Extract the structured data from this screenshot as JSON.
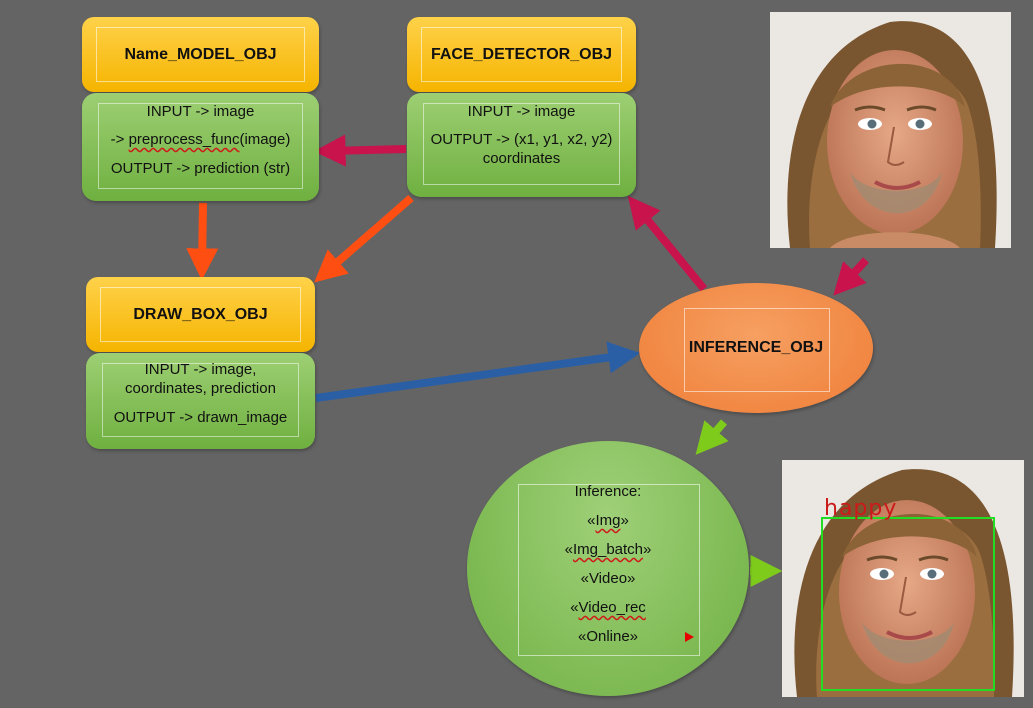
{
  "nodes": {
    "name_model": {
      "title": "Name_MODEL_OBJ",
      "input": "INPUT -> image",
      "preprocess_prefix": "-> ",
      "preprocess_word": "preprocess_func",
      "preprocess_suffix": "(image)",
      "output": "OUTPUT -> prediction (str)"
    },
    "face_detector": {
      "title": "FACE_DETECTOR_OBJ",
      "input": "INPUT -> image",
      "output_line1": "OUTPUT -> (x1, y1, x2, y2)",
      "output_line2": "coordinates"
    },
    "draw_box": {
      "title": "DRAW_BOX_OBJ",
      "input_line1": "INPUT -> image,",
      "input_line2": "coordinates, prediction",
      "output": "OUTPUT -> drawn_image"
    },
    "inference_obj": {
      "title": "INFERENCE_OBJ"
    },
    "inference_modes": {
      "title": "Inference:",
      "items": [
        {
          "prefix": "«",
          "word": "Img",
          "suffix": "»"
        },
        {
          "prefix": "«",
          "word": "Img_batch",
          "suffix": "»"
        },
        {
          "prefix": "«",
          "word": "Video",
          "suffix": "»",
          "plain": true
        },
        {
          "prefix": "«",
          "word": "Video_rec",
          "suffix": ""
        },
        {
          "prefix": "«",
          "word": "Online",
          "suffix": "»",
          "plain": true
        }
      ]
    }
  },
  "output_photo": {
    "label": "happy",
    "box_color": "#22dd22",
    "label_color": "#cc1a1a"
  },
  "colors": {
    "header": "#f5b400",
    "body_green": "#7dba4f",
    "inference_orange": "#ef7d36",
    "arrow_crimson": "#c8134d",
    "arrow_orange": "#ff4e12",
    "arrow_blue": "#2a5fa5",
    "arrow_green": "#7ecb1c",
    "background": "#646464"
  }
}
